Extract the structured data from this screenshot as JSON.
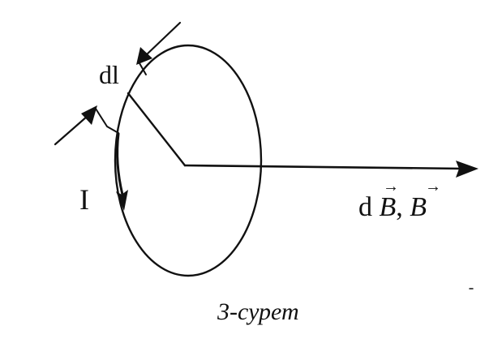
{
  "figure": {
    "labels": {
      "dl": "dl",
      "current": "I",
      "field_prefix": "d ",
      "field_b1": "B",
      "field_sep": ", ",
      "field_b2": "B",
      "vector_mark": "→",
      "caption": "3-сурет"
    },
    "colors": {
      "ink": "#111111",
      "background": "#ffffff"
    }
  }
}
